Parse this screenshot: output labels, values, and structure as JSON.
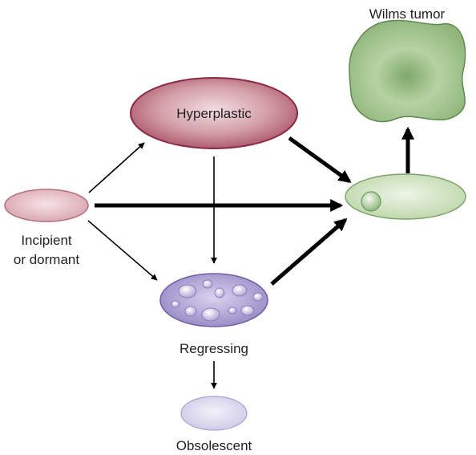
{
  "labels": {
    "wilms_tumor": "Wilms tumor",
    "hyperplastic": "Hyperplastic",
    "incipient_line1": "Incipient",
    "incipient_line2": "or dormant",
    "regressing": "Regressing",
    "obsolescent": "Obsolescent"
  },
  "colors": {
    "hyperplastic_fill": "#c98d99",
    "hyperplastic_stroke": "#8a2a45",
    "incipient_fill": "#e4b9c0",
    "incipient_stroke": "#b4707e",
    "regressing_fill": "#b7afd8",
    "regressing_stroke": "#6f5ea8",
    "obsolescent_fill": "#dcd9ef",
    "obsolescent_stroke": "#a9a3cf",
    "green_fill": "#cfe2bf",
    "green_stroke": "#7da46c",
    "wilms_fill": "#9cbe88",
    "wilms_stroke": "#5d8a4c",
    "arrow": "#000000"
  }
}
